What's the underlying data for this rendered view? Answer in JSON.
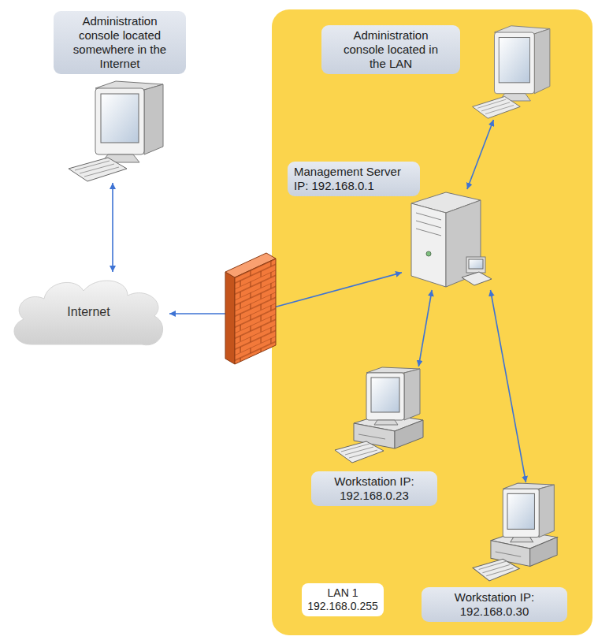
{
  "diagram": {
    "nodes": [
      {
        "text": [
          "Administration console located somewhere in the Internet"
        ]
      },
      {
        "text": [
          "LAN 1 192.168.0.255"
        ]
      },
      {
        "text": [
          "Administration console located in the LAN"
        ],
        "in": 1
      },
      {
        "text": [
          "Management Server IP: 192.168.0.1"
        ],
        "in": 1
      },
      {
        "text": [
          "Internet"
        ]
      },
      {
        "text": [
          "Workstation IP: 192.168.0.23"
        ],
        "in": 1
      },
      {
        "text": [
          "Workstation IP: 192.168.0.30"
        ],
        "in": 1
      }
    ],
    "edges": [
      {
        "from": 0,
        "to": 4,
        "arrow": "both"
      },
      {
        "from": 4,
        "to": 3,
        "arrow": "both"
      },
      {
        "from": 2,
        "to": 3,
        "arrow": "both"
      },
      {
        "from": 3,
        "to": 5,
        "arrow": "both"
      },
      {
        "from": 3,
        "to": 6,
        "arrow": "both"
      }
    ]
  }
}
